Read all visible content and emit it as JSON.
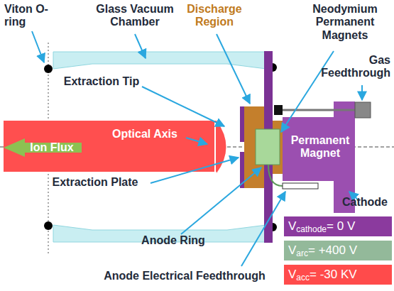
{
  "diagram": {
    "nodes": [
      {
        "text": [
          "V",
          "cathode",
          "= 0 V"
        ]
      },
      {
        "text": [
          "V",
          "arc",
          "= +400 V"
        ]
      },
      {
        "text": [
          "V",
          "acc",
          "= -30 KV"
        ]
      }
    ],
    "labels": [
      "Viton O-ring",
      "Glass Vacuum Chamber",
      "Discharge Region",
      "Neodymium Permanent Magnets",
      "Gas Feedthrough",
      "Extraction Tip",
      "Optical Axis",
      "Ion Flux",
      "Permanent Magnet",
      "Cathode",
      "Extraction Plate",
      "Anode Ring",
      "Anode Electrical Feedthrough"
    ]
  }
}
